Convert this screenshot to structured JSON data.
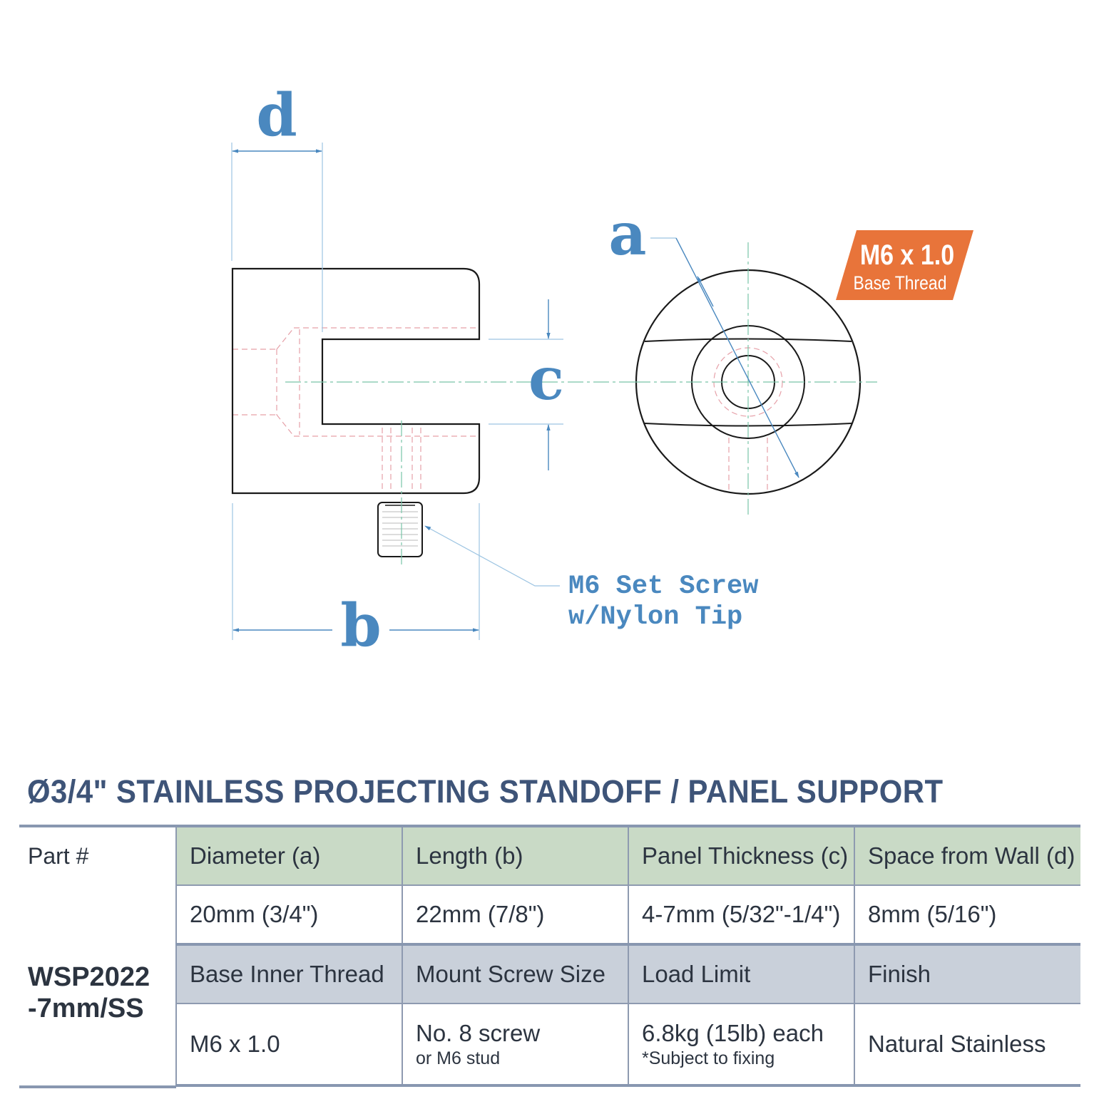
{
  "drawing": {
    "dimension_labels": {
      "a": "a",
      "b": "b",
      "c": "c",
      "d": "d"
    },
    "badge": {
      "title": "M6 x 1.0",
      "subtitle": "Base Thread",
      "color": "#e8743a"
    },
    "callout": {
      "line1": "M6 Set Screw",
      "line2": "w/Nylon Tip"
    },
    "colors": {
      "dimension": "#4a88bf",
      "outline": "#1a1a1a",
      "hidden": "#e6a0a8",
      "centerline": "#79c4a8"
    }
  },
  "title": "Ø3/4\" STAINLESS PROJECTING STANDOFF / PANEL SUPPORT",
  "table": {
    "part_label": "Part #",
    "part_number_line1": "WSP2022",
    "part_number_line2": "-7mm/SS",
    "headers1": [
      "Diameter (a)",
      "Length (b)",
      "Panel Thickness (c)",
      "Space from Wall (d)"
    ],
    "values1": [
      "20mm (3/4\")",
      "22mm (7/8\")",
      "4-7mm (5/32\"-1/4\")",
      "8mm (5/16\")"
    ],
    "headers2": [
      "Base Inner Thread",
      "Mount Screw Size",
      "Load Limit",
      "Finish"
    ],
    "values2": [
      {
        "main": "M6 x 1.0",
        "note": ""
      },
      {
        "main": "No. 8 screw",
        "note": "or M6 stud"
      },
      {
        "main": "6.8kg (15lb) each",
        "note": "*Subject to fixing"
      },
      {
        "main": "Natural Stainless",
        "note": ""
      }
    ],
    "header1_color": "#c9dac6",
    "header2_color": "#c9d0da"
  }
}
